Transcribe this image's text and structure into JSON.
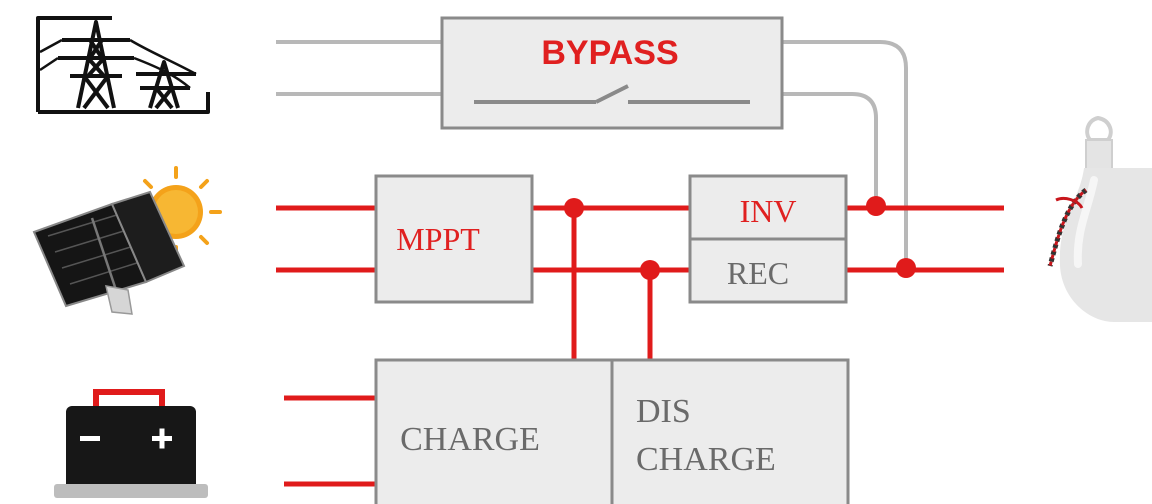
{
  "blocks": {
    "bypass": "BYPASS",
    "mppt": "MPPT",
    "inv": "INV",
    "rec": "REC",
    "charge": "CHARGE",
    "discharge_line1": "DIS",
    "discharge_line2": "CHARGE"
  },
  "icons": {
    "grid": "power-grid-icon",
    "solar": "solar-panel-icon",
    "battery": "battery-icon",
    "load": "light-bulb-icon"
  },
  "colors": {
    "dc_line": "#e01b1b",
    "ac_bypass_line": "#b8b8b8",
    "block_fill": "#ececec",
    "block_border": "#8a8a8a",
    "label_red": "#e02020",
    "label_gray": "#6a6a6a"
  }
}
